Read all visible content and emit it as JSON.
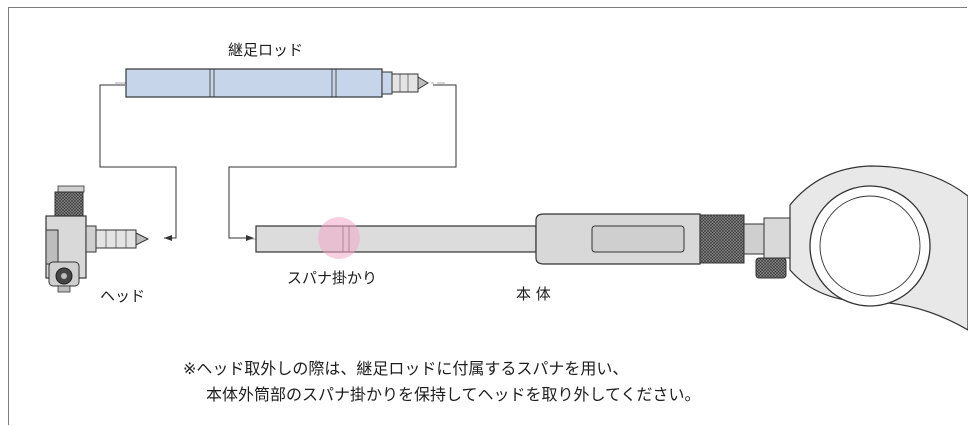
{
  "labels": {
    "extension_rod": "継足ロッド",
    "head": "ヘッド",
    "wrench_hold": "スパナ掛かり",
    "main_body": "本 体"
  },
  "note": {
    "line1": "※ヘッド取外しの際は、継足ロッドに付属するスパナを用い、",
    "line2": "本体外筒部のスパナ掛かりを保持してヘッドを取り外してください。"
  },
  "colors": {
    "rod_fill": "#c7d5ea",
    "body_fill": "#dcdcdc",
    "highlight": "#f0a8c8",
    "line": "#333333"
  }
}
